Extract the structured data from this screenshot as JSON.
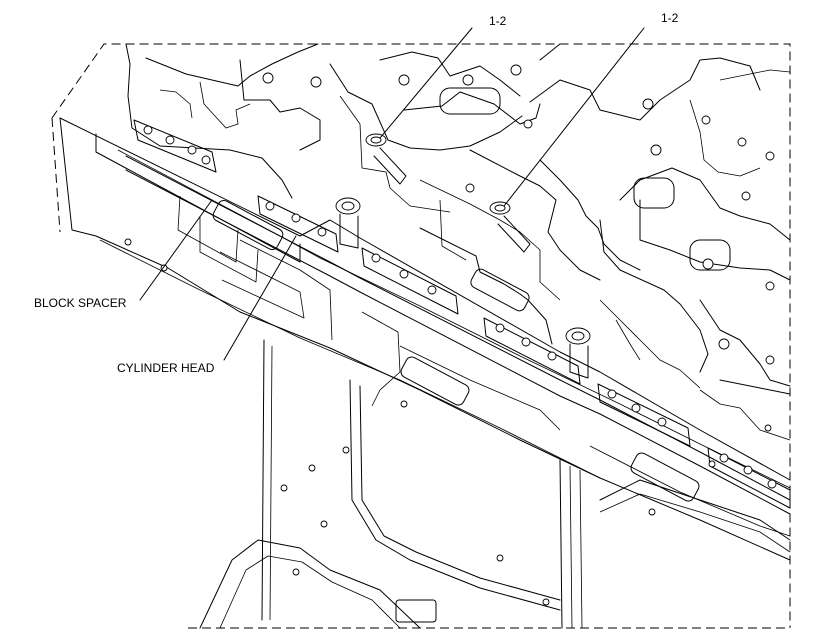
{
  "diagram": {
    "callouts": [
      {
        "id": "bolt-left",
        "text": "1-2"
      },
      {
        "id": "bolt-right",
        "text": "1-2"
      }
    ],
    "labels": [
      {
        "id": "block-spacer",
        "text": "BLOCK SPACER"
      },
      {
        "id": "cylinder-head",
        "text": "CYLINDER HEAD"
      }
    ]
  }
}
